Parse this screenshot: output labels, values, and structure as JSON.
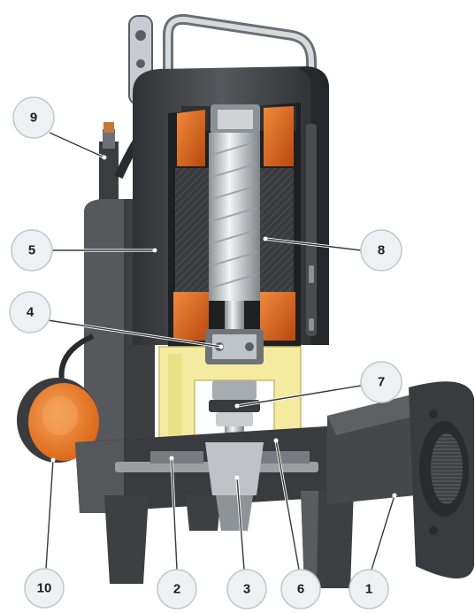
{
  "figure": {
    "type": "cutaway-illustration",
    "colors": {
      "body_dark": "#2e2f31",
      "body_mid": "#45474a",
      "body_light": "#5c5f63",
      "winding_copper": "#d9651f",
      "oil_chamber": "#f4eba0",
      "float_orange": "#ef7a1e",
      "shaft_steel": "#d9dde0",
      "callout_fill": "#eef1f4"
    }
  },
  "callouts": [
    {
      "number": "9"
    },
    {
      "number": "5"
    },
    {
      "number": "4"
    },
    {
      "number": "8"
    },
    {
      "number": "7"
    },
    {
      "number": "10"
    },
    {
      "number": "2"
    },
    {
      "number": "3"
    },
    {
      "number": "6"
    },
    {
      "number": "1"
    }
  ]
}
